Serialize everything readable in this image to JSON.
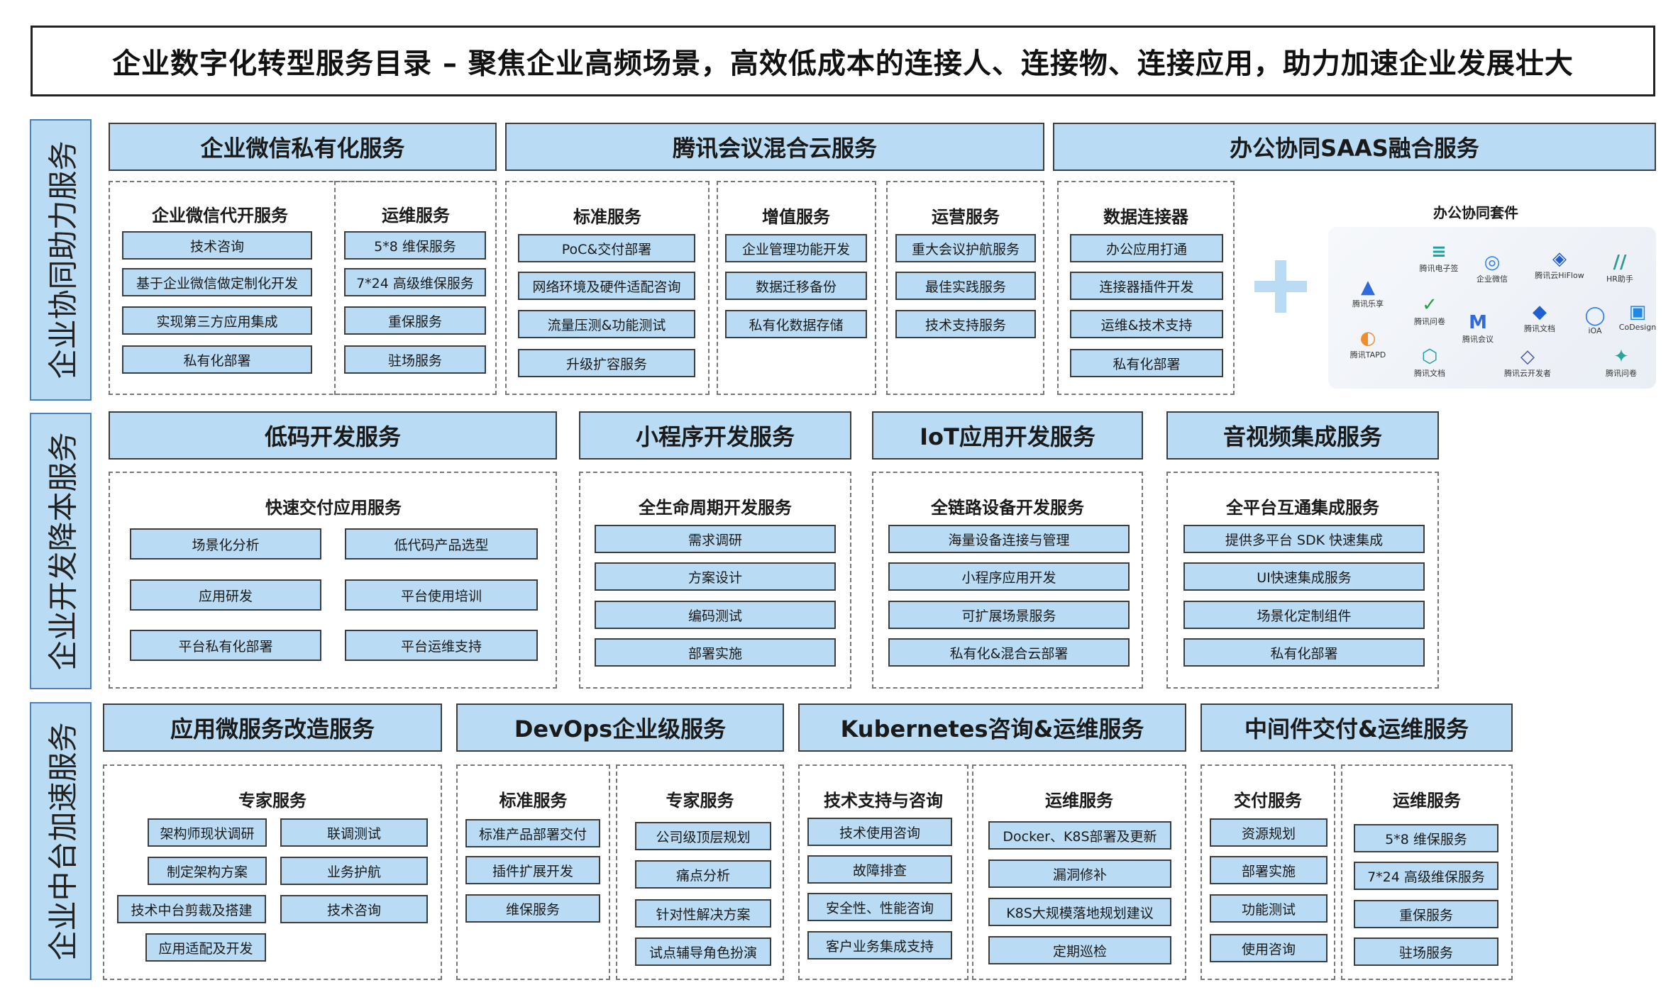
{
  "title": "企业数字化转型服务目录 – 聚焦企业高频场景，高效低成本的连接人、连接物、连接应用，助力加速企业发展壮大",
  "rows": {
    "row1": "企业协同助力服务",
    "row2": "企业开发降本服务",
    "row3": "企业中台加速服务"
  },
  "headers": {
    "wecom": "企业微信私有化服务",
    "meeting": "腾讯会议混合云服务",
    "saas": "办公协同SAAS融合服务",
    "lowcode": "低码开发服务",
    "miniprogram": "小程序开发服务",
    "iot": "IoT应用开发服务",
    "av": "音视频集成服务",
    "microservice": "应用微服务改造服务",
    "devops": "DevOps企业级服务",
    "k8s": "Kubernetes咨询&运维服务",
    "middleware": "中间件交付&运维服务"
  },
  "groups": {
    "wecom_dev": {
      "title": "企业微信代开服务",
      "items": [
        "技术咨询",
        "基于企业微信做定制化开发",
        "实现第三方应用集成",
        "私有化部署"
      ]
    },
    "wecom_ops": {
      "title": "运维服务",
      "items": [
        "5*8 维保服务",
        "7*24 高级维保服务",
        "重保服务",
        "驻场服务"
      ]
    },
    "meeting_std": {
      "title": "标准服务",
      "items": [
        "PoC&交付部署",
        "网络环境及硬件适配咨询",
        "流量压测&功能测试",
        "升级扩容服务"
      ]
    },
    "meeting_value": {
      "title": "增值服务",
      "items": [
        "企业管理功能开发",
        "数据迁移备份",
        "私有化数据存储"
      ]
    },
    "meeting_ops": {
      "title": "运营服务",
      "items": [
        "重大会议护航服务",
        "最佳实践服务",
        "技术支持服务"
      ]
    },
    "saas_conn": {
      "title": "数据连接器",
      "items": [
        "办公应用打通",
        "连接器插件开发",
        "运维&技术支持",
        "私有化部署"
      ]
    },
    "lowcode_fast": {
      "title": "快速交付应用服务",
      "items": [
        "场景化分析",
        "低代码产品选型",
        "应用研发",
        "平台使用培训",
        "平台私有化部署",
        "平台运维支持"
      ]
    },
    "mp_life": {
      "title": "全生命周期开发服务",
      "items": [
        "需求调研",
        "方案设计",
        "编码测试",
        "部署实施"
      ]
    },
    "iot_chain": {
      "title": "全链路设备开发服务",
      "items": [
        "海量设备连接与管理",
        "小程序应用开发",
        "可扩展场景服务",
        "私有化&混合云部署"
      ]
    },
    "av_platform": {
      "title": "全平台互通集成服务",
      "items": [
        "提供多平台 SDK 快速集成",
        "UI快速集成服务",
        "场景化定制组件",
        "私有化部署"
      ]
    },
    "ms_expert": {
      "title": "专家服务",
      "items": [
        "架构师现状调研",
        "联调测试",
        "制定架构方案",
        "业务护航",
        "技术中台剪裁及搭建",
        "技术咨询",
        "应用适配及开发"
      ]
    },
    "devops_std": {
      "title": "标准服务",
      "items": [
        "标准产品部署交付",
        "插件扩展开发",
        "维保服务"
      ]
    },
    "devops_expert": {
      "title": "专家服务",
      "items": [
        "公司级顶层规划",
        "痛点分析",
        "针对性解决方案",
        "试点辅导角色扮演"
      ]
    },
    "k8s_support": {
      "title": "技术支持与咨询",
      "items": [
        "技术使用咨询",
        "故障排查",
        "安全性、性能咨询",
        "客户业务集成支持"
      ]
    },
    "k8s_ops": {
      "title": "运维服务",
      "items": [
        "Docker、K8S部署及更新",
        "漏洞修补",
        "K8S大规模落地规划建议",
        "定期巡检"
      ]
    },
    "mw_delivery": {
      "title": "交付服务",
      "items": [
        "资源规划",
        "部署实施",
        "功能测试",
        "使用咨询"
      ]
    },
    "mw_ops": {
      "title": "运维服务",
      "items": [
        "5*8 维保服务",
        "7*24 高级维保服务",
        "重保服务",
        "驻场服务"
      ]
    }
  },
  "suite": {
    "title": "办公协同套件",
    "apps": [
      {
        "icon": "≡",
        "label": "腾讯电子签",
        "color": "#1aa3a3"
      },
      {
        "icon": "▲",
        "label": "腾讯乐享",
        "color": "#2f6bdb"
      },
      {
        "icon": "✓",
        "label": "腾讯问卷",
        "color": "#24a148"
      },
      {
        "icon": "◎",
        "label": "企业微信",
        "color": "#2f80ed"
      },
      {
        "icon": "◈",
        "label": "腾讯云HiFlow",
        "color": "#1f5fd1"
      },
      {
        "icon": "//",
        "label": "HR助手",
        "color": "#2a9d8f"
      },
      {
        "icon": "M",
        "label": "腾讯会议",
        "color": "#2f6bdb"
      },
      {
        "icon": "◆",
        "label": "腾讯文档",
        "color": "#1f5fd1"
      },
      {
        "icon": "◯",
        "label": "iOA",
        "color": "#2f80ed"
      },
      {
        "icon": "▣",
        "label": "CoDesign",
        "color": "#1e88e5"
      },
      {
        "icon": "◐",
        "label": "腾讯TAPD",
        "color": "#f08c2e"
      },
      {
        "icon": "⬡",
        "label": "腾讯文档",
        "color": "#1aa3a3"
      },
      {
        "icon": "◇",
        "label": "腾讯云开发者",
        "color": "#3f51b5"
      },
      {
        "icon": "✦",
        "label": "腾讯问卷",
        "color": "#26a69a"
      }
    ]
  }
}
